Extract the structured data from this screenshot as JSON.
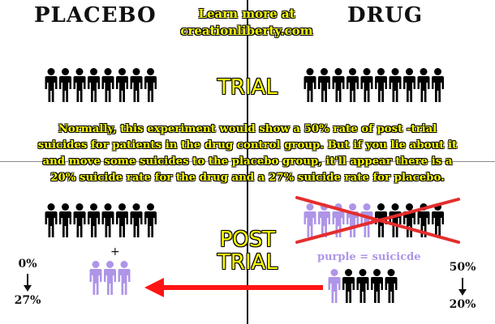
{
  "header": {
    "placebo_title": "PLACEBO",
    "drug_title": "DRUG",
    "learn_more_line1": "Learn more at",
    "learn_more_line2": "creationliberty.com"
  },
  "phases": {
    "trial": "TRIAL",
    "post_line1": "POST",
    "post_line2": "TRIAL"
  },
  "explanation": {
    "line1": "Normally, this experiment would show a 50% rate of post -trial",
    "line2": "suicides for patients in the drug control group. But if you lie about it",
    "line3": "and move some suicides to the placebo group, it'll appear there is a",
    "line4": "20% suicide rate for the drug and a 27% suicide rate for placebo."
  },
  "legend": {
    "text": "purple = suicicde"
  },
  "plus_sign": "+",
  "rates": {
    "placebo_from": "0%",
    "placebo_to": "27%",
    "drug_from": "50%",
    "drug_to": "20%"
  },
  "colors": {
    "person_default": "#000000",
    "person_suicide": "#ae95e8",
    "highlight_text": "#ffff00",
    "arrow_red": "#ff1414",
    "cross_red": "#e52d2d"
  },
  "groups": [
    {
      "name": "placebo-trial",
      "count": 8,
      "suicide_count": 0
    },
    {
      "name": "drug-trial",
      "count": 10,
      "suicide_count": 0
    },
    {
      "name": "placebo-post-trial",
      "count": 8,
      "suicide_count": 0
    },
    {
      "name": "drug-post-trial",
      "count": 10,
      "suicide_count": 5
    },
    {
      "name": "moved-suicides",
      "count": 3,
      "suicide_count": 3
    },
    {
      "name": "drug-post-remaining",
      "count": 5,
      "suicide_count": 1
    }
  ]
}
